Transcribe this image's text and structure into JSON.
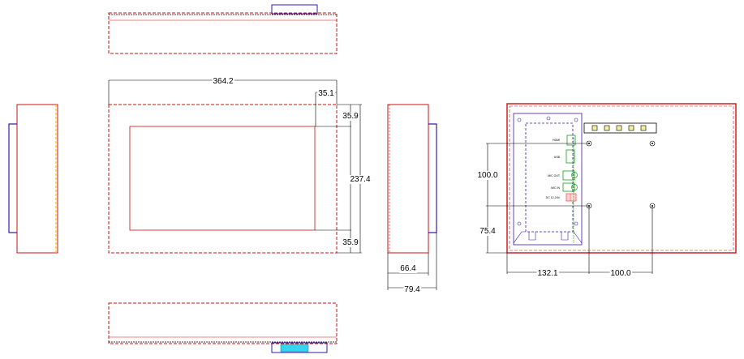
{
  "colors": {
    "outline": "#cc1010",
    "mount": "#3b1aa8",
    "dimension": "#000000",
    "connector": "#16a016",
    "dc_port": "#ff4d4d",
    "cable_cyan": "#33d6ee",
    "bezel_yellow": "#f2c200"
  },
  "front_view": {
    "width_dim": "364.2",
    "top_margin_dim": "35.1",
    "top_offset_dim": "35.9",
    "height_dim": "237.4",
    "bottom_offset_dim": "35.9"
  },
  "side_view": {
    "depth_inner_dim": "66.4",
    "depth_outer_dim": "79.4"
  },
  "back_view": {
    "vertical_hole_spacing_dim": "100.0",
    "bottom_hole_offset_dim": "75.4",
    "left_hole_offset_dim": "132.1",
    "horizontal_hole_spacing_dim": "100.0",
    "ports": [
      {
        "label": "HDMI"
      },
      {
        "label": "USB"
      },
      {
        "label": "MIC OUT"
      },
      {
        "label": "MIC IN"
      },
      {
        "label": "DC 12-24V"
      }
    ]
  }
}
